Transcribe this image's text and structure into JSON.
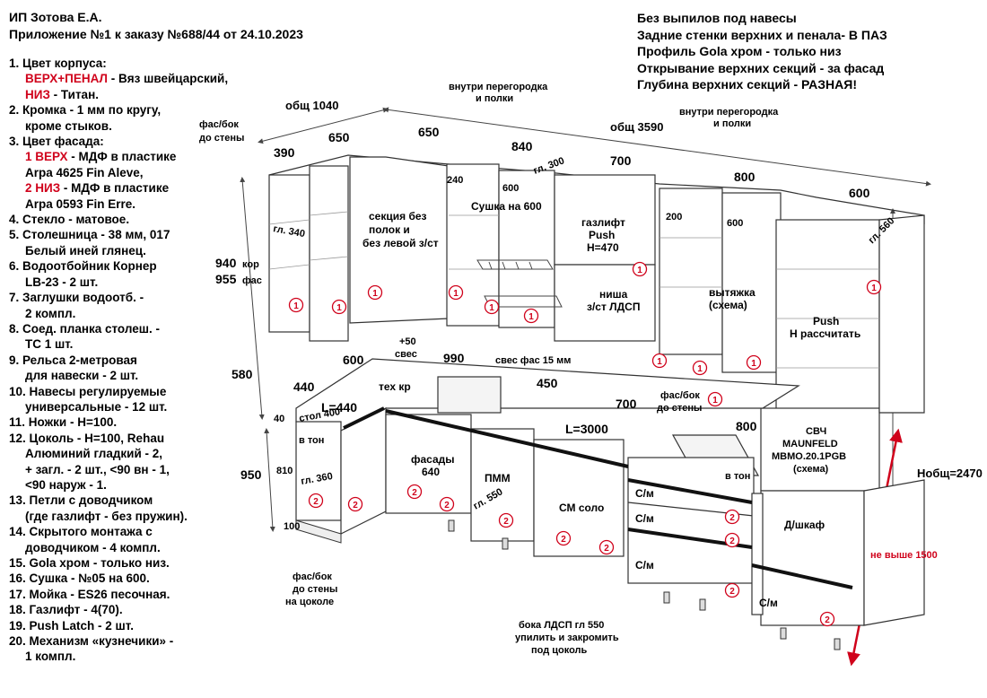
{
  "header": {
    "line1": "ИП Зотова Е.А.",
    "line2": "Приложение №1 к заказу №688/44 от 24.10.2023"
  },
  "spec": [
    {
      "parts": [
        {
          "t": "1. Цвет корпуса:"
        }
      ]
    },
    {
      "parts": [
        {
          "t": "ВЕРХ+ПЕНАЛ",
          "red": true
        },
        {
          "t": " - Вяз швейцарский,"
        }
      ],
      "indent": true
    },
    {
      "parts": [
        {
          "t": "НИЗ",
          "red": true
        },
        {
          "t": " - Титан."
        }
      ],
      "indent": true
    },
    {
      "parts": [
        {
          "t": "2. Кромка - 1 мм по кругу,"
        }
      ]
    },
    {
      "parts": [
        {
          "t": "кроме стыков."
        }
      ],
      "indent": true
    },
    {
      "parts": [
        {
          "t": "3. Цвет фасада:"
        }
      ]
    },
    {
      "parts": [
        {
          "t": "1 ВЕРХ",
          "red": true
        },
        {
          "t": " - МДФ в пластике"
        }
      ],
      "indent": true
    },
    {
      "parts": [
        {
          "t": "Arpa 4625 Fin Aleve,"
        }
      ],
      "indent": true
    },
    {
      "parts": [
        {
          "t": "2 НИЗ",
          "red": true
        },
        {
          "t": " - МДФ в пластике"
        }
      ],
      "indent": true
    },
    {
      "parts": [
        {
          "t": "Arpa 0593 Fin Erre."
        }
      ],
      "indent": true
    },
    {
      "parts": [
        {
          "t": "4. Стекло - матовое."
        }
      ]
    },
    {
      "parts": [
        {
          "t": "5. Столешница - 38 мм, 017"
        }
      ]
    },
    {
      "parts": [
        {
          "t": "Белый иней глянец."
        }
      ],
      "indent": true
    },
    {
      "parts": [
        {
          "t": "6. Водоотбойник Корнер"
        }
      ]
    },
    {
      "parts": [
        {
          "t": "LB-23 - 2 шт."
        }
      ],
      "indent": true
    },
    {
      "parts": [
        {
          "t": "7. Заглушки водоотб. -"
        }
      ]
    },
    {
      "parts": [
        {
          "t": "2 компл."
        }
      ],
      "indent": true
    },
    {
      "parts": [
        {
          "t": "8. Соед. планка столеш. -"
        }
      ]
    },
    {
      "parts": [
        {
          "t": "ТС 1 шт."
        }
      ],
      "indent": true
    },
    {
      "parts": [
        {
          "t": "9. Рельса 2-метровая"
        }
      ]
    },
    {
      "parts": [
        {
          "t": "для навески - 2 шт."
        }
      ],
      "indent": true
    },
    {
      "parts": [
        {
          "t": "10. Навесы регулируемые"
        }
      ]
    },
    {
      "parts": [
        {
          "t": "универсальные - 12 шт."
        }
      ],
      "indent": true
    },
    {
      "parts": [
        {
          "t": "11. Ножки - Н=100."
        }
      ]
    },
    {
      "parts": [
        {
          "t": "12. Цоколь - Н=100, Rehau"
        }
      ]
    },
    {
      "parts": [
        {
          "t": "Алюминий гладкий - 2,"
        }
      ],
      "indent": true
    },
    {
      "parts": [
        {
          "t": "+ загл. - 2 шт., <90 вн - 1,"
        }
      ],
      "indent": true
    },
    {
      "parts": [
        {
          "t": "<90 наруж - 1."
        }
      ],
      "indent": true
    },
    {
      "parts": [
        {
          "t": "13. Петли с доводчиком"
        }
      ]
    },
    {
      "parts": [
        {
          "t": "(где газлифт - без пружин)."
        }
      ],
      "indent": true
    },
    {
      "parts": [
        {
          "t": "14. Скрытого монтажа с"
        }
      ]
    },
    {
      "parts": [
        {
          "t": "доводчиком - 4 компл."
        }
      ],
      "indent": true
    },
    {
      "parts": [
        {
          "t": "15. Gola хром - только низ."
        }
      ]
    },
    {
      "parts": [
        {
          "t": "16. Сушка - №05 на 600."
        }
      ]
    },
    {
      "parts": [
        {
          "t": "17. Мойка - ES26 песочная."
        }
      ]
    },
    {
      "parts": [
        {
          "t": "18. Газлифт - 4(70)."
        }
      ]
    },
    {
      "parts": [
        {
          "t": "19. Push Latch - 2 шт."
        }
      ]
    },
    {
      "parts": [
        {
          "t": "20. Механизм «кузнечики» -"
        }
      ]
    },
    {
      "parts": [
        {
          "t": "1 компл."
        }
      ],
      "indent": true
    }
  ],
  "notes": [
    "Без выпилов под навесы",
    "Задние стенки верхних и пенала- В ПАЗ",
    "Профиль Gola хром - только низ",
    "Открывание верхних секций - за фасад",
    "Глубина верхних секций - РАЗНАЯ!"
  ],
  "labels": {
    "obsh_1040": "общ 1040",
    "fas_bok_top": "фас/бок",
    "do_steny_top": "до стены",
    "d390": "390",
    "d650a": "650",
    "d650b": "650",
    "d840": "840",
    "d700": "700",
    "d800": "800",
    "d600_right": "600",
    "obsh_3590": "общ 3590",
    "inside_1a": "внутри перегородка",
    "inside_1b": "и полки",
    "inside_2a": "внутри перегородка",
    "inside_2b": "и полки",
    "gl300": "гл. 300",
    "gl340": "гл. 340",
    "gl560": "гл. 560",
    "d240": "240",
    "d600_dryer": "600",
    "d200": "200",
    "d600_hood": "600",
    "section_a": "секция без",
    "section_b": "полок и",
    "section_c": "без левой з/ст",
    "dryer": "Сушка на 600",
    "gaslift_a": "газлифт",
    "gaslift_b": "Push",
    "gaslift_c": "Н=470",
    "niche_a": "ниша",
    "niche_b": "з/ст ЛДСП",
    "hood_a": "вытяжка",
    "hood_b": "(схема)",
    "push_a": "Push",
    "push_b": "Н рассчитать",
    "h940": "940",
    "h940s": "кор",
    "h955": "955",
    "h955s": "фас",
    "h580": "580",
    "h40": "40",
    "h950": "950",
    "h810": "810",
    "h100": "100",
    "svesfas": "свес фас 15 мм",
    "plus50a": "+50",
    "plus50b": "свес",
    "c600": "600",
    "c990": "990",
    "c440": "440",
    "c450": "450",
    "c700": "700",
    "c800": "800",
    "tehkr": "тех кр",
    "l440": "L=440",
    "stol400": "стол 400",
    "l3000": "L=3000",
    "v_ton_a": "в тон",
    "v_ton_b": "в тон",
    "gl360": "гл. 360",
    "gl550": "гл. 550",
    "facades_a": "фасады",
    "facades_b": "640",
    "pmm": "ПММ",
    "sm_solo": "СМ соло",
    "sm1": "С/м",
    "sm2": "С/м",
    "sm3": "С/м",
    "sm4": "С/м",
    "dshkaf": "Д/шкаф",
    "svch_a": "СВЧ",
    "svch_b": "MAUNFELD",
    "svch_c": "MBMO.20.1PGB",
    "svch_d": "(схема)",
    "fasbok_r_a": "фас/бок",
    "fasbok_r_b": "до стены",
    "nobsh": "Нобщ=2470",
    "ne_vyshe": "не выше 1500",
    "fasbok_c_a": "фас/бок",
    "fasbok_c_b": "до стены",
    "fasbok_c_c": "на цоколе",
    "boka_a": "бока ЛДСП гл 550",
    "boka_b": "упилить и закромить",
    "boka_c": "под цоколь",
    "badge1": "1",
    "badge2": "2"
  },
  "colors": {
    "accent_red": "#d0021b",
    "line": "#555555",
    "gola": "#111111"
  }
}
